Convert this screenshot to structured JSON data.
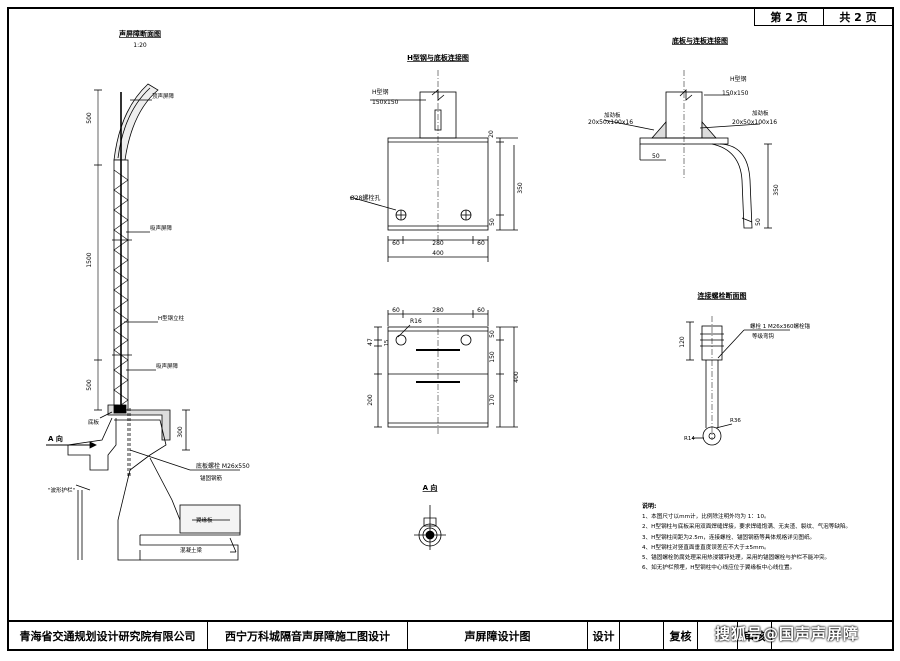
{
  "page": {
    "current": "第 2 页",
    "total": "共 2 页"
  },
  "titles": {
    "section_view": "声屏障断面图",
    "section_scale": "1:20",
    "hsteel_conn": "H型钢与底板连接图",
    "base_conn": "底板与连板连接图",
    "anchor_section": "连接螺栓断面图",
    "view_a": "A 向"
  },
  "section_labels": {
    "top_screen": "顶声屏障",
    "screen_mid": "吸声屏障",
    "column": "H型钢立柱",
    "screen_low": "吸声屏障",
    "base_plate": "底板",
    "bolt": "底板螺栓 M26x550",
    "anchor": "锚固钢筋",
    "guard": "\"波形护栏\"",
    "slab": "翼缘板",
    "beam": "混凝土梁",
    "a_dir": "A 向"
  },
  "section_dims": [
    "500",
    "1500",
    "500",
    "300"
  ],
  "hsteel": {
    "steel_label": "H型钢",
    "steel_size": "150x150",
    "hole": "Ø28螺栓孔",
    "dims_bottom": [
      "60",
      "280",
      "60"
    ],
    "total": "400",
    "right": [
      "20",
      "350",
      "50"
    ]
  },
  "plan": {
    "dims_top": [
      "60",
      "280",
      "60"
    ],
    "r": "R16",
    "left": [
      "47",
      "15",
      "200"
    ],
    "right": [
      "50",
      "150",
      "170"
    ],
    "total": "400"
  },
  "base": {
    "stiff_l": "加劲板",
    "stiff_l_size": "20x50x100x16",
    "steel_label": "H型钢",
    "steel_size": "150x150",
    "stiff_r": "加劲板",
    "stiff_r_size": "20x50x100x16",
    "dim50": "50",
    "dim350": "350",
    "dim50b": "50"
  },
  "anchor": {
    "label": "螺栓 1 M26x360螺栓锚",
    "label2": "等级弯钩",
    "d120": "120",
    "r14": "R14",
    "r36": "R36"
  },
  "notes": {
    "title": "说明:",
    "items": [
      "1、本图尺寸以mm计，比例除注明外均为 1：10。",
      "2、H型钢柱与底板采用双面焊缝焊接，要求焊缝饱满、无夹渣、裂纹、气泡等缺陷。",
      "3、H型钢柱间距为2.5m，连接螺栓、锚固钢筋等具体规格详见图纸。",
      "4、H型钢柱对竖直面垂直度误差应不大于±5mm。",
      "5、锚固螺栓防腐处理采用热浸镀锌处理，采用的锚固螺栓与护栏不能冲突。",
      "6、如无护栏预埋，H型钢柱中心线应位于翼缘板中心线位置。"
    ]
  },
  "titleblock": {
    "company": "青海省交通规划设计研究院有限公司",
    "project": "西宁万科城隔音声屏障施工图设计",
    "drawing": "声屏障设计图",
    "design": "设计",
    "review": "复核",
    "approve": "审核"
  },
  "watermark": "搜狐号@国声声屏障"
}
